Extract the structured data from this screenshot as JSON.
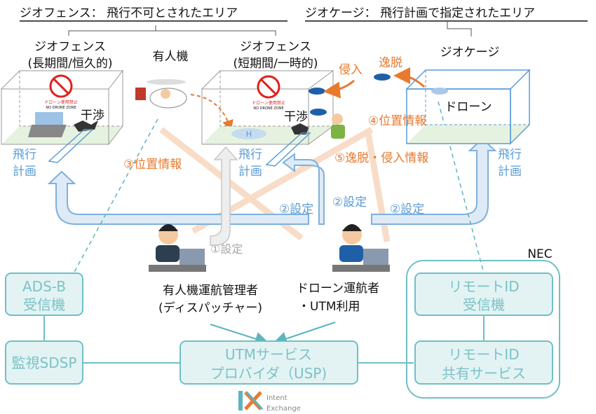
{
  "titles": {
    "geofence": "ジオフェンス： 飛行不可とされたエリア",
    "geocage": "ジオケージ： 飛行計画で指定されたエリア"
  },
  "areas": {
    "geofence_long_title": "ジオフェンス",
    "geofence_long_sub": "(長期間/恒久的)",
    "geofence_short_title": "ジオフェンス",
    "geofence_short_sub": "(短期間/一時的)",
    "geocage_title": "ジオケージ",
    "drone_label": "ドローン",
    "manned_aircraft": "有人機",
    "interference_1": "干渉",
    "interference_2": "干渉",
    "intrusion": "侵入",
    "deviation": "逸脱",
    "sign_jp": "ドローン使用禁止",
    "sign_en": "NO DRONE ZONE"
  },
  "flight_plan": {
    "line1": "飛行",
    "line2": "計画"
  },
  "flows": {
    "setting_1": "①設定",
    "setting_2a": "②設定",
    "setting_2b": "②設定",
    "setting_2c": "②設定",
    "position_3": "③位置情報",
    "position_4": "④位置情報",
    "deviation_intrusion_5": "⑤逸脱・侵入情報"
  },
  "actors": {
    "dispatcher_line1": "有人機運航管理者",
    "dispatcher_line2": "(ディスパッチャー)",
    "operator_line1": "ドローン運航者",
    "operator_line2": "・UTM利用"
  },
  "systems": {
    "adsb_line1": "ADS-B",
    "adsb_line2": "受信機",
    "sdsp": "監視SDSP",
    "usp_line1": "UTMサービス",
    "usp_line2": "プロバイダ（USP)",
    "rid_rx_line1": "リモートID",
    "rid_rx_line2": "受信機",
    "rid_share_line1": "リモートID",
    "rid_share_line2": "共有サービス",
    "nec": "NEC"
  },
  "logo": {
    "line1": "Intent",
    "line2": "Exchange"
  },
  "colors": {
    "blue": "#5b9bd5",
    "orange": "#e87a2e",
    "teal": "#6fc0c6",
    "gray": "#a6a6a6"
  }
}
